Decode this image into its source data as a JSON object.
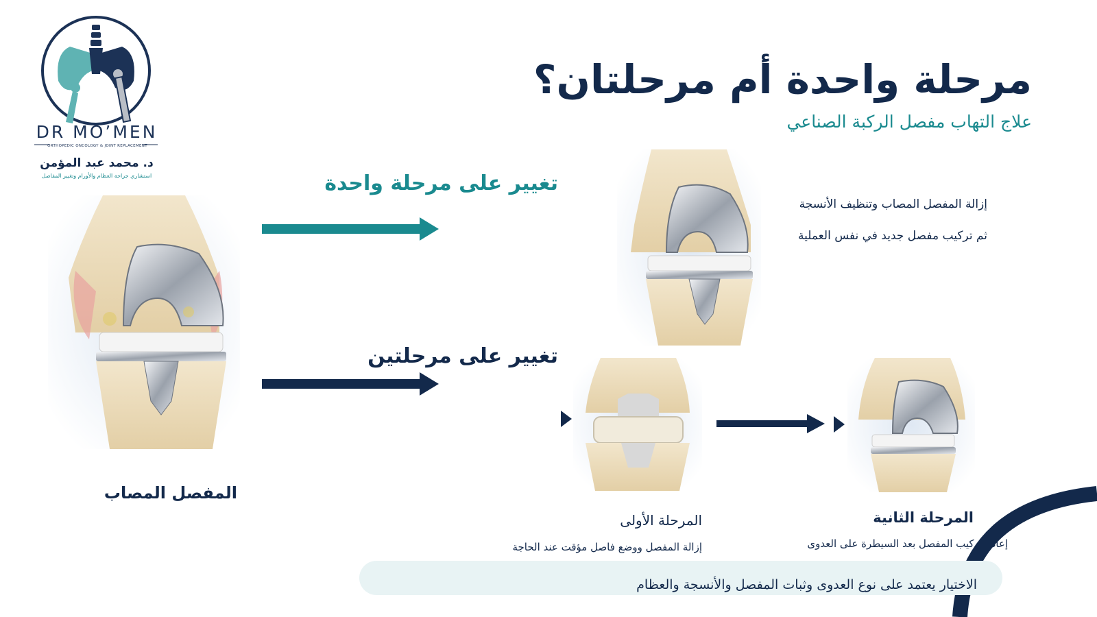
{
  "title": "مرحلة واحدة أم مرحلتان؟",
  "subtitle": "علاج التهاب مفصل الركبة الصناعي",
  "logo": {
    "name": "DR MO’MEN",
    "tagline": "ORTHOPEDIC ONCOLOGY & JOINT REPLACEMENT",
    "arabic_name": "د. محمد عبد المؤمن",
    "arabic_tagline": "استشاري جراحة العظام والأورام وتغيير المفاصل"
  },
  "options": {
    "one_stage": {
      "heading": "تغيير على مرحلة واحدة",
      "desc_line1": "إزالة المفصل المصاب وتنظيف الأنسجة",
      "desc_line2": "ثم تركيب مفصل جديد في نفس العملية"
    },
    "two_stage": {
      "heading": "تغيير على مرحلتين",
      "stage1_label": "المرحلة الأولى",
      "stage1_desc": "إزالة المفصل ووضع فاصل مؤقت عند الحاجة",
      "stage2_label": "المرحلة الثانية",
      "stage2_desc": "إعادة تركيب المفصل بعد السيطرة على العدوى"
    }
  },
  "affected_label": "المفصل المصاب",
  "footer_note": "الاختيار يعتمد على نوع العدوى وثبات المفصل والأنسجة والعظام",
  "colors": {
    "navy": "#13294b",
    "teal": "#1a8a8f",
    "bone": "#e9d9b6",
    "metal": "#b9bec6",
    "note_bg": "#e8f3f4"
  },
  "icons": [
    "pelvis-logo-icon",
    "knee-implant-image",
    "spacer-knee-image",
    "arrow-right-icon",
    "play-triangle-icon"
  ]
}
